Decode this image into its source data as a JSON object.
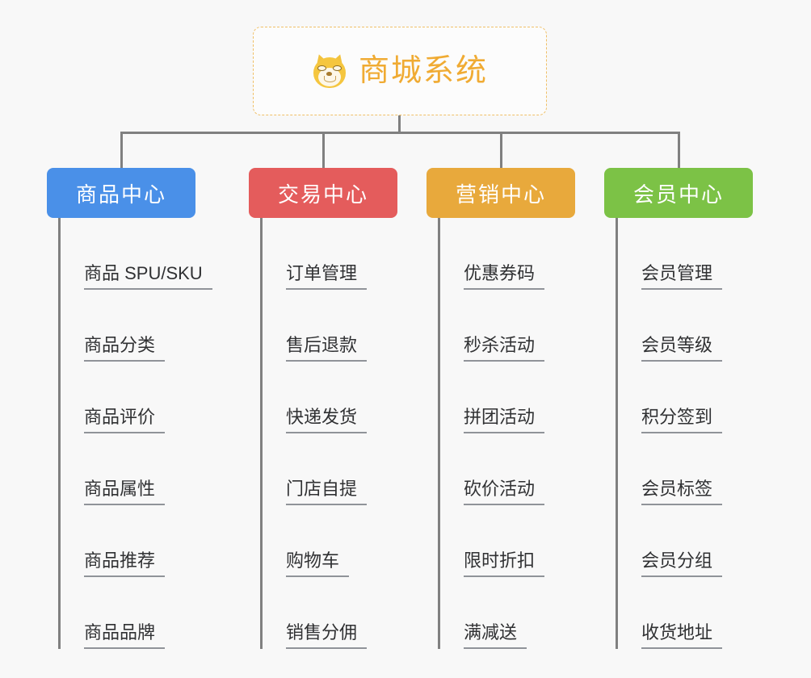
{
  "canvas": {
    "background": "#f8f8f8",
    "line_color": "#808080"
  },
  "root": {
    "title": "商城系统",
    "icon": "dog-face-emoji",
    "border_color": "#f0c068",
    "text_color": "#f0ab33"
  },
  "branches": [
    {
      "label": "商品中心",
      "color": "#4a90e8",
      "items": [
        "商品 SPU/SKU",
        "商品分类",
        "商品评价",
        "商品属性",
        "商品推荐",
        "商品品牌"
      ]
    },
    {
      "label": "交易中心",
      "color": "#e45c5c",
      "items": [
        "订单管理",
        "售后退款",
        "快递发货",
        "门店自提",
        "购物车",
        "销售分佣"
      ]
    },
    {
      "label": "营销中心",
      "color": "#e8a93c",
      "items": [
        "优惠券码",
        "秒杀活动",
        "拼团活动",
        "砍价活动",
        "限时折扣",
        "满减送"
      ]
    },
    {
      "label": "会员中心",
      "color": "#7cc246",
      "items": [
        "会员管理",
        "会员等级",
        "积分签到",
        "会员标签",
        "会员分组",
        "收货地址"
      ]
    }
  ]
}
